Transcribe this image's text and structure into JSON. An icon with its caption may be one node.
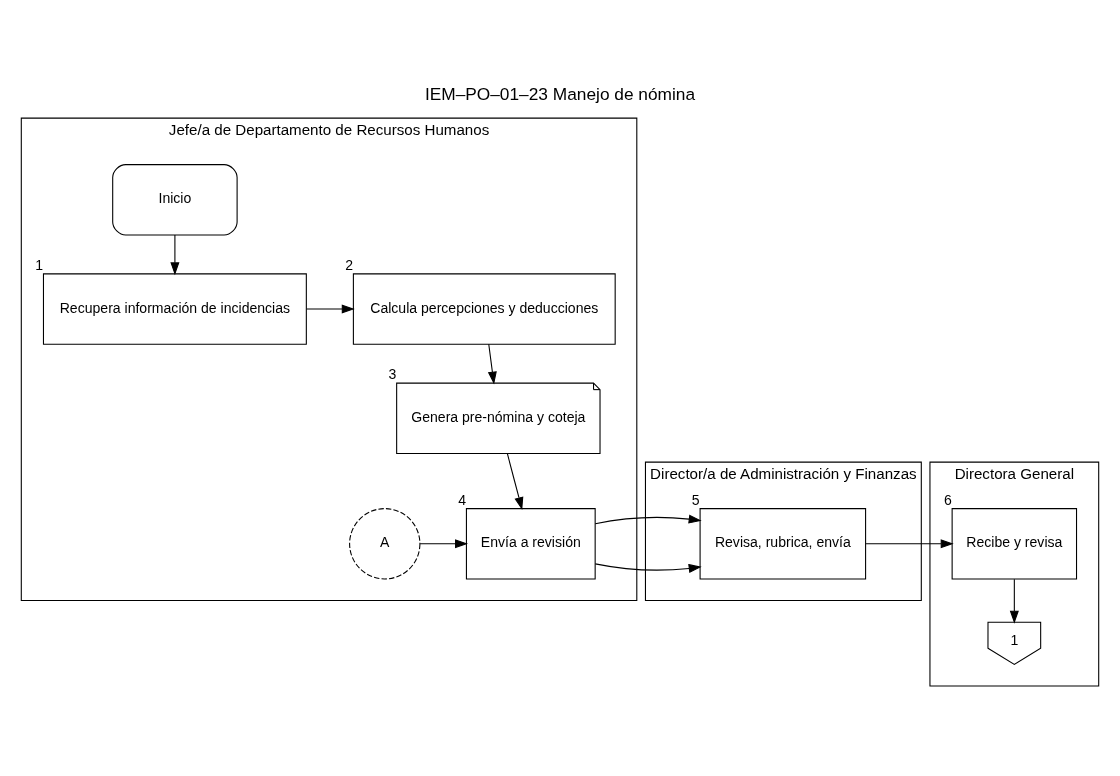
{
  "diagram": {
    "title": "IEM–PO–01–23 Manejo de nómina",
    "nodes": [
      {
        "text": [
          "Jefe/a de Departamento de Recursos Humanos"
        ]
      },
      {
        "text": [
          "Inicio"
        ],
        "in": 0
      },
      {
        "text": [
          "Recupera información de incidencias"
        ],
        "in": 0,
        "beside": [
          "1"
        ]
      },
      {
        "text": [
          "Calcula percepciones y deducciones"
        ],
        "in": 0,
        "beside": [
          "2"
        ]
      },
      {
        "text": [
          "Genera pre-nómina y coteja"
        ],
        "in": 0,
        "beside": [
          "3"
        ]
      },
      {
        "text": [
          "A"
        ],
        "in": 0
      },
      {
        "text": [
          "Envía a revisión"
        ],
        "in": 0,
        "beside": [
          "4"
        ]
      },
      {
        "text": [
          "Director/a de Administración y Finanzas"
        ]
      },
      {
        "text": [
          "Revisa, rubrica, envía"
        ],
        "in": 7,
        "beside": [
          "5"
        ]
      },
      {
        "text": [
          "Directora General"
        ]
      },
      {
        "text": [
          "Recibe y revisa"
        ],
        "in": 9,
        "beside": [
          "6"
        ]
      },
      {
        "text": [
          "1"
        ],
        "in": 9
      }
    ],
    "edges": [
      {
        "from": 1,
        "to": 2,
        "arrow": "to"
      },
      {
        "from": 2,
        "to": 3,
        "arrow": "to"
      },
      {
        "from": 3,
        "to": 4,
        "arrow": "to"
      },
      {
        "from": 4,
        "to": 6,
        "arrow": "to"
      },
      {
        "from": 5,
        "to": 6,
        "arrow": "to"
      },
      {
        "from": 6,
        "to": 8,
        "arrow": "to"
      },
      {
        "from": 8,
        "to": 10,
        "arrow": "to"
      },
      {
        "from": 10,
        "to": 11,
        "arrow": "to"
      }
    ]
  }
}
